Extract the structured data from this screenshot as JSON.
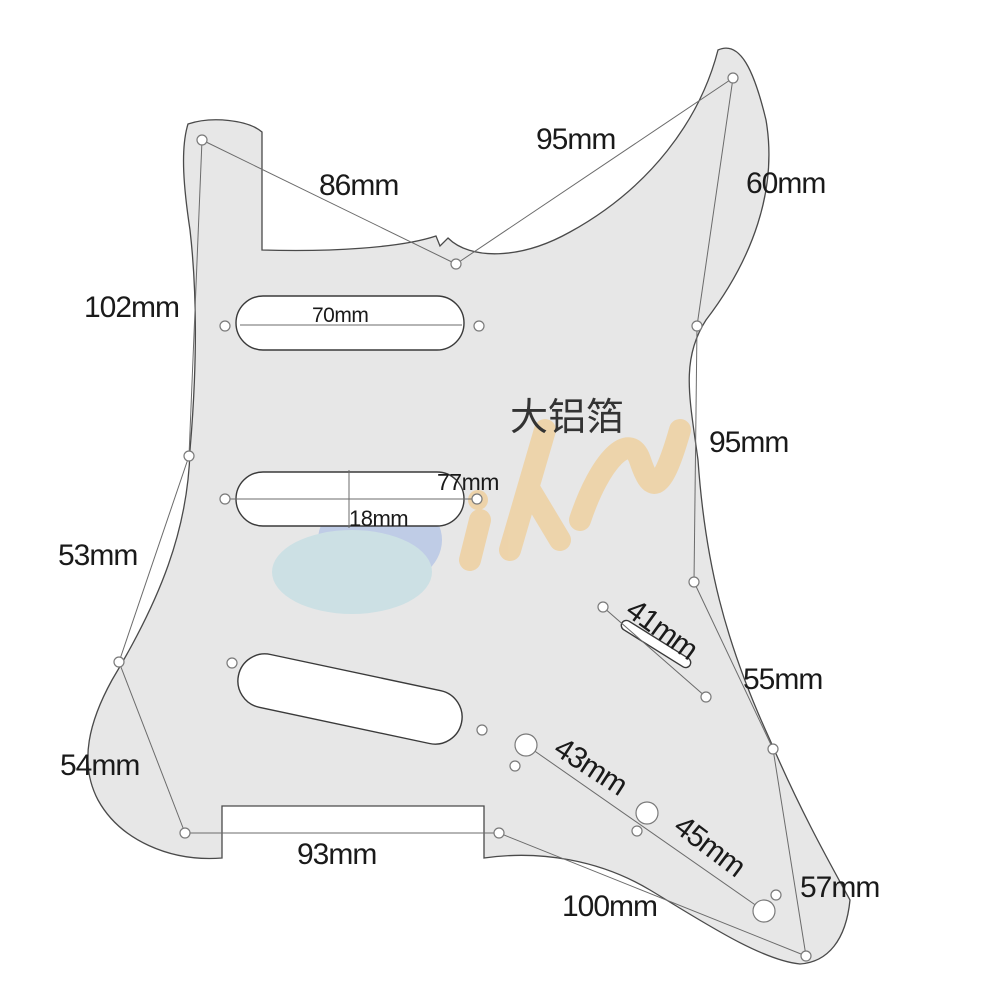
{
  "colors": {
    "pickguard_fill": "#e7e7e7",
    "pickguard_stroke": "#4a4a4a",
    "dimension_line": "#6b6b6b",
    "watermark_blue": "#9fb6e6",
    "watermark_teal": "#b7dbe3",
    "watermark_orange": "#f2c47a"
  },
  "material_label": "大铝箔",
  "dimensions": {
    "top_left_to_center": "86mm",
    "center_to_top_right": "95mm",
    "top_right_to_right_upper": "60mm",
    "left_top": "102mm",
    "neck_pickup_width": "70mm",
    "middle_pickup_width": "77mm",
    "middle_pickup_height": "18mm",
    "right_middle": "95mm",
    "left_middle": "53mm",
    "switch_slot": "41mm",
    "right_lower": "55mm",
    "left_lower": "54mm",
    "knob_1_to_2": "43mm",
    "knob_2_to_3": "45mm",
    "bottom_left": "93mm",
    "bottom_right": "100mm",
    "right_bottom": "57mm"
  }
}
